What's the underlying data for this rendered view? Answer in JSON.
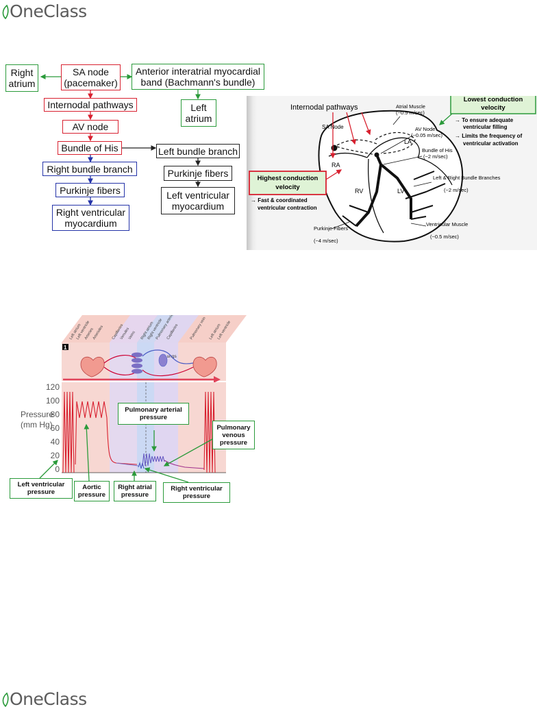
{
  "header": {
    "logo": "OneClass"
  },
  "footer": {
    "logo": "OneClass"
  },
  "flowchart": {
    "right_atrium": "Right atrium",
    "sa_node": "SA node (pacemaker)",
    "bachmann": "Anterior interatrial myocardial band (Bachmann's bundle)",
    "left_atrium": "Left atrium",
    "internodal": "Internodal pathways",
    "av_node": "AV node",
    "bundle_his": "Bundle of His",
    "right_bundle": "Right bundle branch",
    "purkinje_right": "Purkinje fibers",
    "right_ventricular": "Right ventricular myocardium",
    "left_bundle": "Left bundle branch",
    "purkinje_left": "Purkinje fibers",
    "left_ventricular": "Left ventricular myocardium"
  },
  "heart_diagram": {
    "internodal_label": "Internodal pathways",
    "lowest_title": "Lowest conduction velocity",
    "lowest_point1": "To ensure adequate ventricular filling",
    "lowest_point2": "Limits the frequency of ventricular activation",
    "highest_title": "Highest conduction velocity",
    "highest_point": "Fast & coordinated ventricular contraction",
    "atrial_muscle": "Atrial Muscle",
    "atrial_muscle_speed": "(~0.5 m/sec)",
    "av_node": "AV Node",
    "av_node_speed": "(~0.05 m/sec)",
    "bundle_his": "Bundle of His",
    "bundle_his_speed": "(~2 m/sec)",
    "sa_node": "SA Node",
    "la": "LA",
    "ra": "RA",
    "rv": "RV",
    "lv": "LV",
    "bundle_branches": "Left & Right Bundle Branches",
    "bundle_branches_speed": "(~2 m/sec)",
    "purkinje": "Purkinje Fibers",
    "purkinje_speed": "(~4 m/sec)",
    "ventricular_muscle": "Ventricular Muscle",
    "ventricular_muscle_speed": "(~0.5 m/sec)"
  },
  "pressure_figure": {
    "panel_number": "1",
    "lungs": "Lungs",
    "regions": [
      "Left atrium",
      "Left ventricle",
      "Arteries",
      "Arterioles",
      "Capillaries",
      "Venules",
      "Veins",
      "Right atrium",
      "Right ventricle",
      "Pulmonary arteries",
      "Capillaries",
      "Pulmonary vein",
      "Left atrium",
      "Left ventricle"
    ],
    "y_axis_title": "Pressure",
    "y_axis_unit": "(mm Hg)",
    "y_ticks": [
      "120",
      "100",
      "80",
      "60",
      "40",
      "20",
      "0"
    ],
    "labels": {
      "pulmonary_arterial": "Pulmonary arterial pressure",
      "pulmonary_venous": "Pulmonary venous pressure",
      "left_ventricular": "Left ventricular pressure",
      "aortic": "Aortic pressure",
      "right_atrial": "Right atrial pressure",
      "right_ventricular": "Right ventricular pressure"
    }
  }
}
